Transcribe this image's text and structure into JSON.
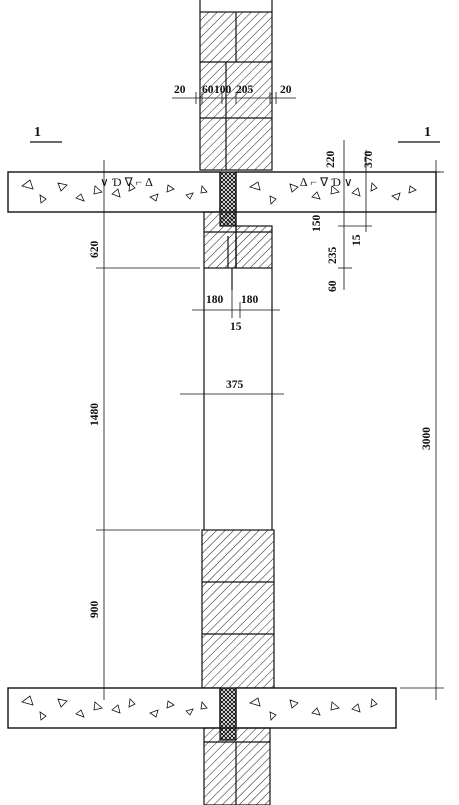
{
  "section_marks": {
    "left": "1",
    "right": "1"
  },
  "dimensions": {
    "top_20_left": "20",
    "top_60": "60",
    "top_100": "100",
    "top_205": "205",
    "top_20_right": "20",
    "d_220": "220",
    "d_370": "370",
    "d_150": "150",
    "d_15_right": "15",
    "d_235": "235",
    "d_60_right": "60",
    "d_620": "620",
    "d_180_left": "180",
    "d_180_right": "180",
    "d_15_center": "15",
    "d_375": "375",
    "d_1480": "1480",
    "d_900": "900",
    "d_3000": "3000"
  }
}
